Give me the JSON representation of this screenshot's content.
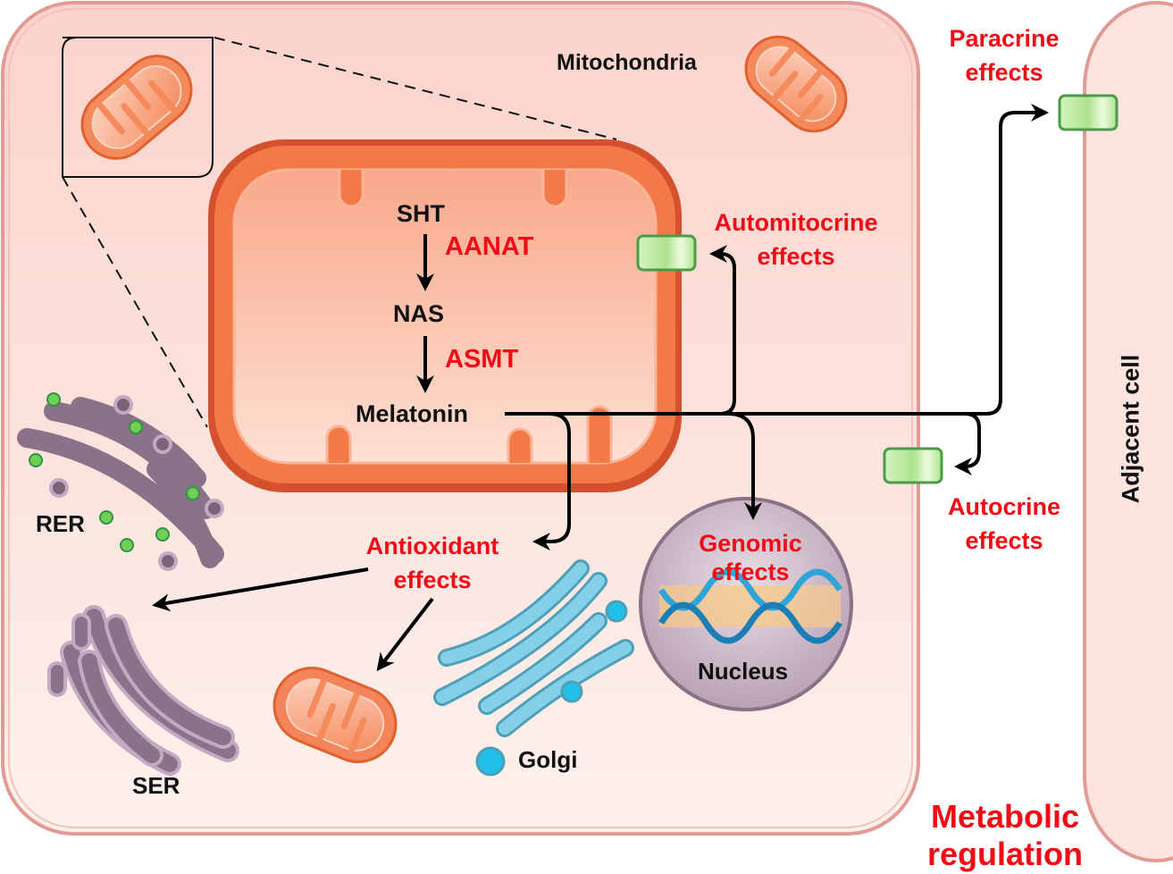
{
  "title": "Melatonin synthesis in mitochondria and its effects",
  "colors": {
    "effect_red": "#f20a14",
    "cell_fill": "#fde6e0",
    "cell_border": "#e19b94",
    "mito_orange": "#f07040",
    "mito_outer": "#d5512e",
    "receptor_green": "#b9ea9c",
    "receptor_border": "#4a9b4a",
    "er_purple": "#8a7388",
    "golgi_blue": "#84d0ea",
    "nucleus_purple": "#cbb6c6",
    "arrow": "#000000"
  },
  "pathway": {
    "steps": [
      "SHT",
      "NAS",
      "Melatonin"
    ],
    "enzymes": [
      "AANAT",
      "ASMT"
    ]
  },
  "labels": {
    "mitochondria": "Mitochondria",
    "automitocrine_line1": "Automitocrine",
    "automitocrine_line2": "effects",
    "paracrine_line1": "Paracrine",
    "paracrine_line2": "effects",
    "autocrine_line1": "Autocrine",
    "autocrine_line2": "effects",
    "antioxidant_line1": "Antioxidant",
    "antioxidant_line2": "effects",
    "genomic_line1": "Genomic",
    "genomic_line2": "effects",
    "nucleus": "Nucleus",
    "rer": "RER",
    "ser": "SER",
    "golgi": "Golgi",
    "adjacent_cell": "Adjacent cell",
    "metabolic_line1": "Metabolic",
    "metabolic_line2": "regulation"
  }
}
